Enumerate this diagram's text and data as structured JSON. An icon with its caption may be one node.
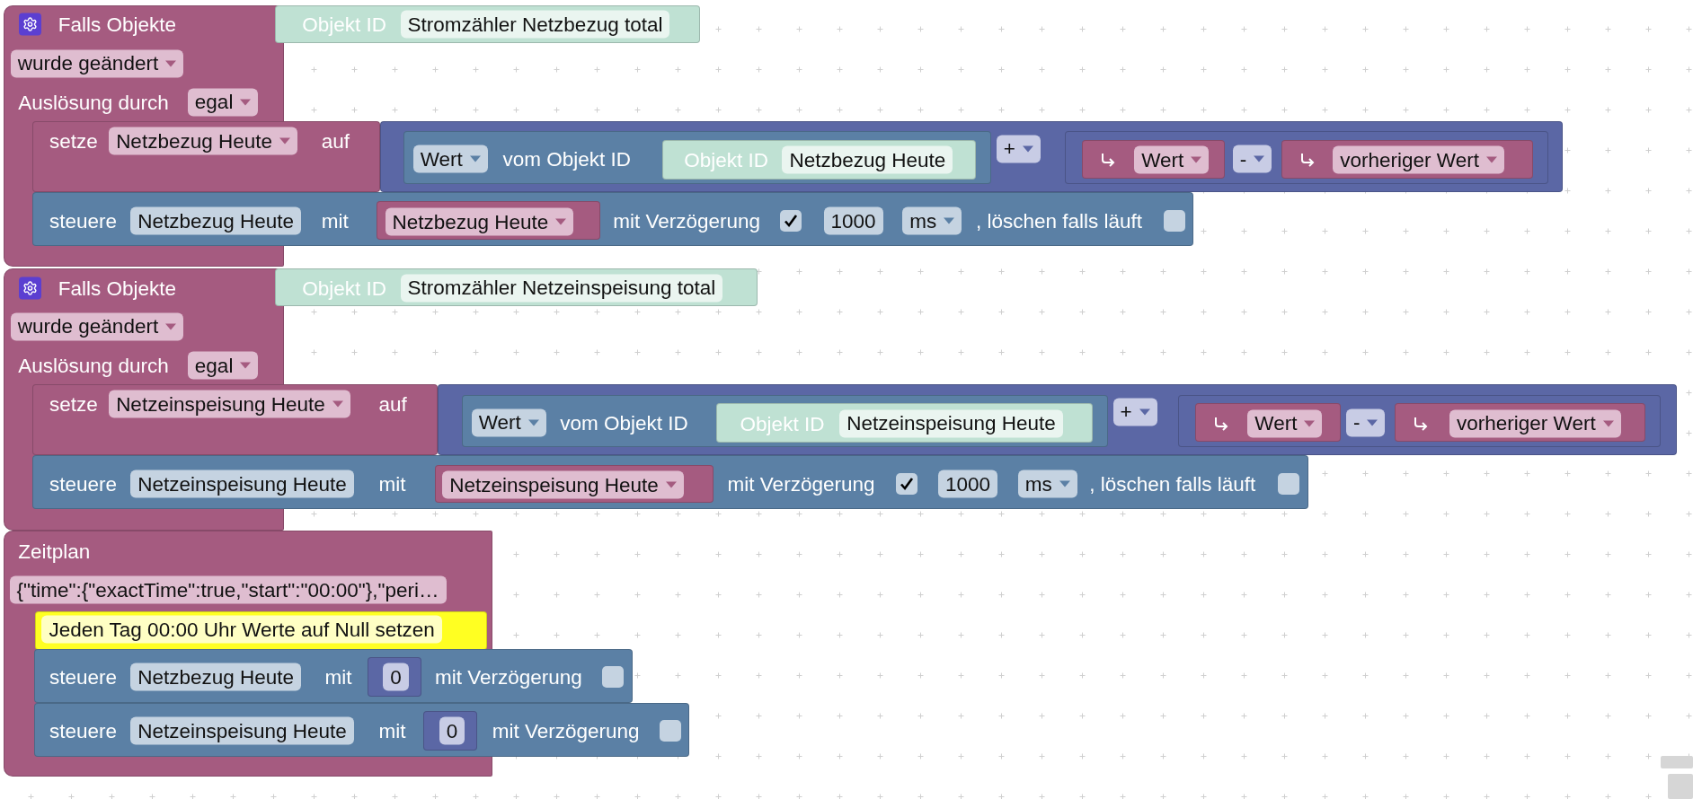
{
  "diagram": {
    "nodes": [
      {
        "text": [
          "Falls Objekte",
          "wurde geändert",
          "Auslösung durch",
          "egal"
        ]
      },
      {
        "text": [
          "Objekt ID",
          "Stromzähler Netzbezug total"
        ]
      },
      {
        "text": [
          "setze",
          "Netzbezug Heute",
          "auf"
        ]
      },
      {
        "text": [
          "+"
        ]
      },
      {
        "text": [
          "Wert",
          "vom Objekt ID"
        ],
        "in": 3
      },
      {
        "text": [
          "Objekt ID",
          "Netzbezug Heute"
        ],
        "in": 4
      },
      {
        "text": [
          "-"
        ],
        "in": 3
      },
      {
        "text": [
          "Wert"
        ],
        "in": 6
      },
      {
        "text": [
          "vorheriger Wert"
        ],
        "in": 6
      },
      {
        "text": [
          "steuere",
          "Netzbezug Heute",
          "mit",
          "mit Verzögerung",
          "1000",
          "ms",
          ", löschen falls läuft"
        ]
      },
      {
        "text": [
          "Netzbezug Heute"
        ],
        "in": 9
      },
      {
        "text": [
          "Falls Objekte",
          "wurde geändert",
          "Auslösung durch",
          "egal"
        ]
      },
      {
        "text": [
          "Objekt ID",
          "Stromzähler Netzeinspeisung total"
        ]
      },
      {
        "text": [
          "setze",
          "Netzeinspeisung Heute",
          "auf"
        ]
      },
      {
        "text": [
          "+"
        ]
      },
      {
        "text": [
          "Wert",
          "vom Objekt ID"
        ],
        "in": 14
      },
      {
        "text": [
          "Objekt ID",
          "Netzeinspeisung Heute"
        ],
        "in": 15
      },
      {
        "text": [
          "-"
        ],
        "in": 14
      },
      {
        "text": [
          "Wert"
        ],
        "in": 17
      },
      {
        "text": [
          "vorheriger Wert"
        ],
        "in": 17
      },
      {
        "text": [
          "steuere",
          "Netzeinspeisung Heute",
          "mit",
          "mit Verzögerung",
          "1000",
          "ms",
          ", löschen falls läuft"
        ]
      },
      {
        "text": [
          "Netzeinspeisung Heute"
        ],
        "in": 20
      },
      {
        "text": [
          "Zeitplan",
          "{\"time\":{\"exactTime\":true,\"start\":\"00:00\"},\"peri…"
        ]
      },
      {
        "text": [
          "Jeden Tag 00:00 Uhr Werte auf Null setzen"
        ],
        "in": 22
      },
      {
        "text": [
          "steuere",
          "Netzbezug Heute",
          "mit",
          "mit Verzögerung"
        ]
      },
      {
        "text": [
          "0"
        ]
      },
      {
        "text": [
          "steuere",
          "Netzeinspeisung Heute",
          "mit",
          "mit Verzögerung"
        ]
      },
      {
        "text": [
          "0"
        ]
      }
    ]
  }
}
